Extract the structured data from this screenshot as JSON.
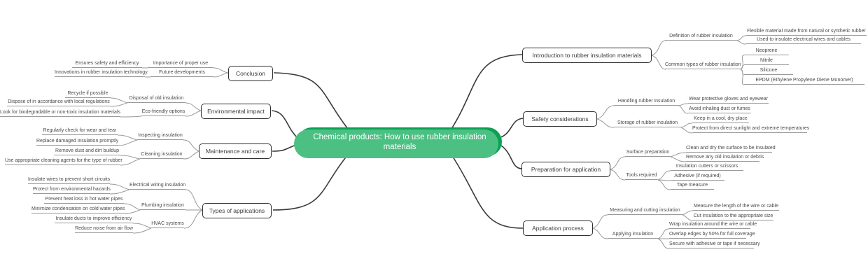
{
  "root": {
    "label": "Chemical products: How to use rubber insulation materials"
  },
  "colors": {
    "root_fill": "#0aa154",
    "root_highlight": "#4cc083",
    "box_border": "#2f2f2f",
    "connector_main": "#3a3a3a",
    "connector_sub": "#9a9a9a",
    "underline": "#9a9a9a"
  },
  "left": [
    {
      "label": "Conclusion",
      "subs": [
        {
          "label": "Importance of proper use",
          "leaves": [
            "Ensures safety and efficiency"
          ]
        },
        {
          "label": "Future developments",
          "leaves": [
            "Innovations in rubber insulation technology"
          ]
        }
      ]
    },
    {
      "label": "Environmental impact",
      "subs": [
        {
          "label": "Disposal of old insulation",
          "leaves": [
            "Recycle if possible",
            "Dispose of in accordance with local regulations"
          ]
        },
        {
          "label": "Eco-friendly options",
          "leaves": [
            "Look for biodegradable or non-toxic insulation materials"
          ]
        }
      ]
    },
    {
      "label": "Maintenance and care",
      "subs": [
        {
          "label": "Inspecting insulation",
          "leaves": [
            "Regularly check for wear and tear",
            "Replace damaged insulation promptly"
          ]
        },
        {
          "label": "Cleaning insulation",
          "leaves": [
            "Remove dust and dirt buildup",
            "Use appropriate cleaning agents for the type of rubber"
          ]
        }
      ]
    },
    {
      "label": "Types of applications",
      "subs": [
        {
          "label": "Electrical wiring insulation",
          "leaves": [
            "Insulate wires to prevent short circuits",
            "Protect from environmental hazards"
          ]
        },
        {
          "label": "Plumbing insulation",
          "leaves": [
            "Prevent heat loss in hot water pipes",
            "Minimize condensation on cold water pipes"
          ]
        },
        {
          "label": "HVAC systems",
          "leaves": [
            "Insulate ducts to improve efficiency",
            "Reduce noise from air flow"
          ]
        }
      ]
    }
  ],
  "right": [
    {
      "label": "Introduction to rubber insulation materials",
      "subs": [
        {
          "label": "Definition of rubber insulation",
          "leaves": [
            "Flexible material made from natural or synthetic rubber",
            "Used to insulate electrical wires and cables"
          ]
        },
        {
          "label": "Common types of rubber insulation",
          "leaves": [
            "Neoprene",
            "Nitrile",
            "Silicone",
            "EPDM (Ethylene Propylene Diene Monomer)"
          ]
        }
      ]
    },
    {
      "label": "Safety considerations",
      "subs": [
        {
          "label": "Handling rubber insulation",
          "leaves": [
            "Wear protective gloves and eyewear",
            "Avoid inhaling dust or fumes"
          ]
        },
        {
          "label": "Storage of rubber insulation",
          "leaves": [
            "Keep in a cool, dry place",
            "Protect from direct sunlight and extreme temperatures"
          ]
        }
      ]
    },
    {
      "label": "Preparation for application",
      "subs": [
        {
          "label": "Surface preparation",
          "leaves": [
            "Clean and dry the surface to be insulated",
            "Remove any old insulation or debris"
          ]
        },
        {
          "label": "Tools required",
          "leaves": [
            "Insulation cutters or scissors",
            "Adhesive (if required)",
            "Tape measure"
          ]
        }
      ]
    },
    {
      "label": "Application process",
      "subs": [
        {
          "label": "Measuring and cutting insulation",
          "leaves": [
            "Measure the length of the wire or cable",
            "Cut insulation to the appropriate size"
          ]
        },
        {
          "label": "Applying insulation",
          "leaves": [
            "Wrap insulation around the wire or cable",
            "Overlap edges by 50% for full coverage",
            "Secure with adhesive or tape if necessary"
          ]
        }
      ]
    }
  ]
}
